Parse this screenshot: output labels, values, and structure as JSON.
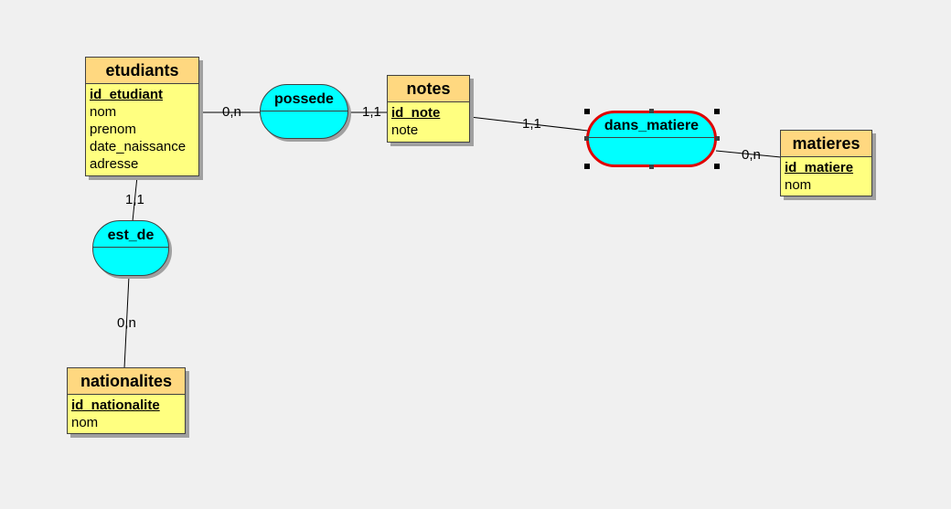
{
  "entities": {
    "etudiants": {
      "title": "etudiants",
      "key": "id_etudiant",
      "attrs": [
        "nom",
        "prenom",
        "date_naissance",
        "adresse"
      ]
    },
    "notes": {
      "title": "notes",
      "key": "id_note",
      "attrs": [
        "note"
      ]
    },
    "matieres": {
      "title": "matieres",
      "key": "id_matiere",
      "attrs": [
        "nom"
      ]
    },
    "nationalites": {
      "title": "nationalites",
      "key": "id_nationalite",
      "attrs": [
        "nom"
      ]
    }
  },
  "associations": {
    "possede": "possede",
    "est_de": "est_de",
    "dans_matiere": "dans_matiere"
  },
  "cardinalities": {
    "etudiants_possede": "0,n",
    "notes_possede": "1,1",
    "notes_dans_matiere": "1,1",
    "matieres_dans_matiere": "0,n",
    "etudiants_est_de": "1,1",
    "nationalites_est_de": "0,n"
  },
  "colors": {
    "entity_body": "#ffff80",
    "entity_header": "#ffd880",
    "association": "#00ffff",
    "selection": "#e00000",
    "background": "#f0f0f0"
  }
}
